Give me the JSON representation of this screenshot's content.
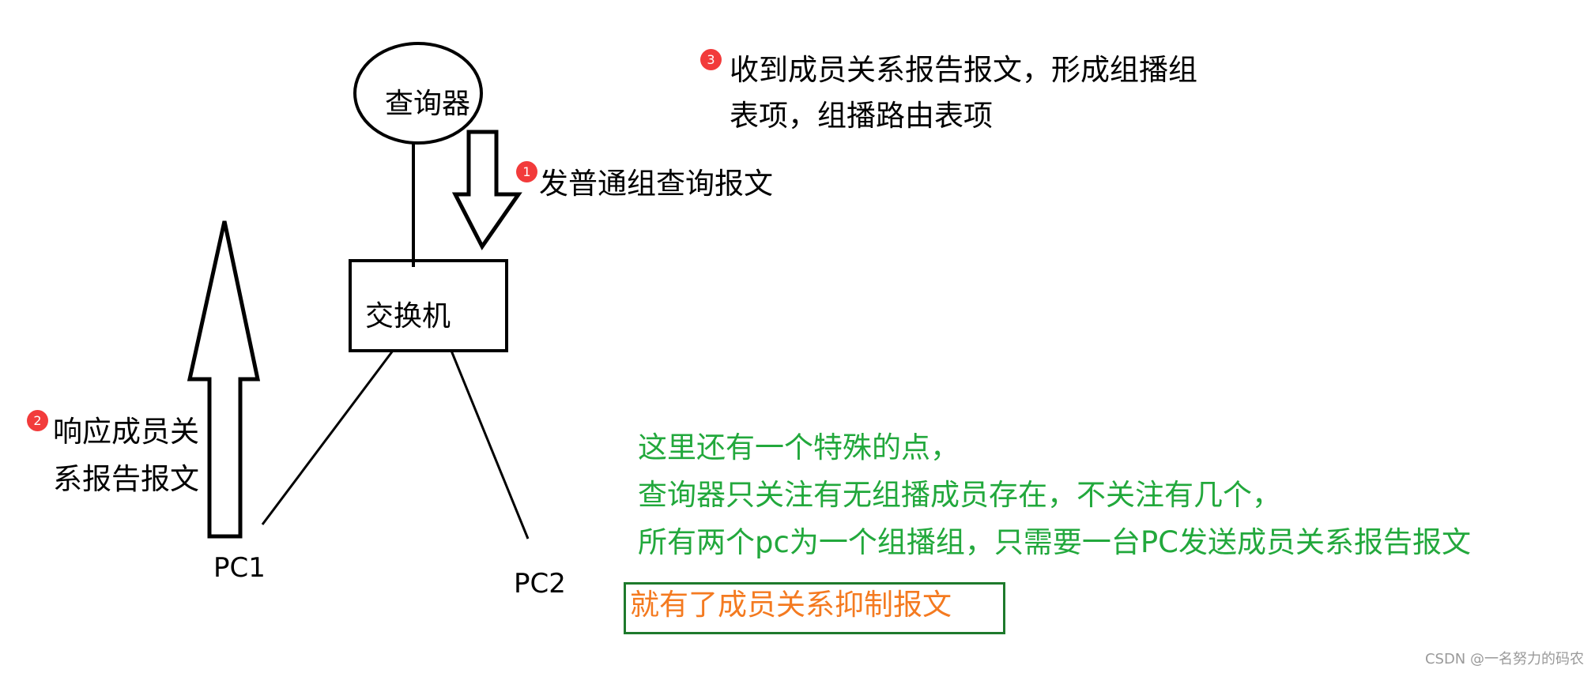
{
  "nodes": {
    "querier": "查询器",
    "switch": "交换机",
    "pc1": "PC1",
    "pc2": "PC2"
  },
  "steps": [
    {
      "badge": "1",
      "text": "发普通组查询报文"
    },
    {
      "badge": "2",
      "line1": "响应成员关",
      "line2": "系报告报文"
    },
    {
      "badge": "3",
      "line1": "收到成员关系报告报文，形成组播组",
      "line2": "表项，组播路由表项"
    }
  ],
  "note": {
    "line1": "这里还有一个特殊的点，",
    "line2": "查询器只关注有无组播成员存在，不关注有几个，",
    "line3": "所有两个pc为一个组播组，只需要一台PC发送成员关系报告报文",
    "boxed": "就有了成员关系抑制报文"
  },
  "watermark": "CSDN @一名努力的码农",
  "colors": {
    "badge": "#f23b3b",
    "note_text": "#22a83c",
    "boxed_text": "#f47a20",
    "box_border": "#1e7a2c"
  }
}
